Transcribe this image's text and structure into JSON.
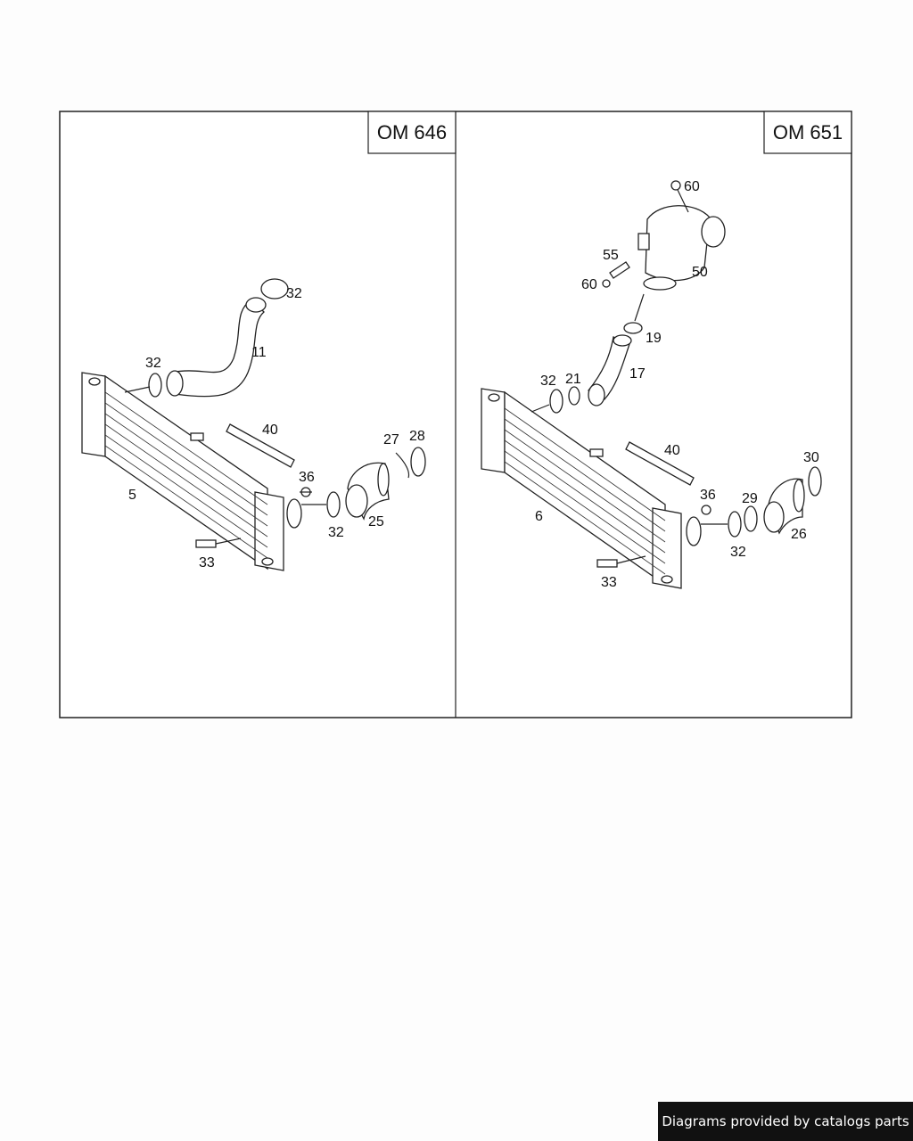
{
  "panels": [
    {
      "engine": "OM 646",
      "labels": [
        "32",
        "11",
        "32",
        "40",
        "27",
        "28",
        "36",
        "5",
        "25",
        "32",
        "33"
      ]
    },
    {
      "engine": "OM 651",
      "labels": [
        "60",
        "55",
        "50",
        "60",
        "19",
        "17",
        "32",
        "21",
        "40",
        "30",
        "36",
        "29",
        "6",
        "26",
        "32",
        "33"
      ]
    }
  ],
  "credit": "Diagrams provided by catalogs parts"
}
